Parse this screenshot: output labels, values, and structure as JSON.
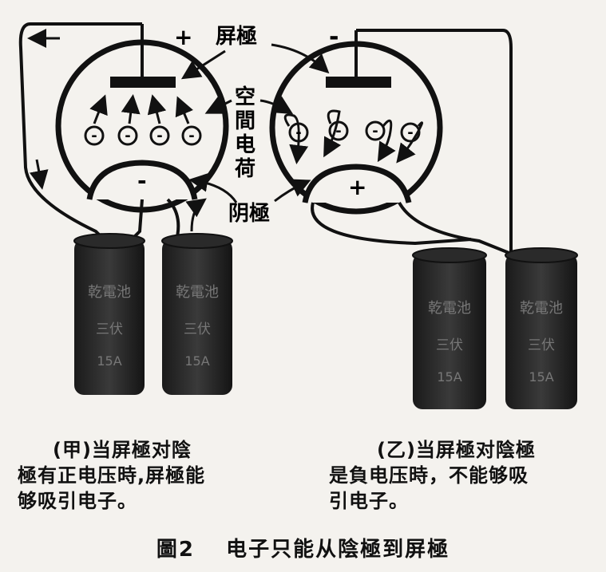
{
  "labels": {
    "plate": "屏極",
    "space_charge_1": "空",
    "space_charge_2": "間",
    "space_charge_3": "电",
    "space_charge_4": "荷",
    "cathode": "阴極",
    "plate_sign_left": "+",
    "cathode_sign_left": "-",
    "plate_sign_right": "-",
    "cathode_sign_right": "+",
    "electron_sign": "-",
    "current_arrow": "←"
  },
  "battery": {
    "label_1": "乾電池",
    "label_2": "三伏",
    "label_3": "15A"
  },
  "captions": {
    "left_1": "(甲)当屏極对陰",
    "left_2": "極有正电压時,屏極能",
    "left_3": "够吸引电子。",
    "right_1": "(乙)当屏極对陰極",
    "right_2": "是負电压時，不能够吸",
    "right_3": "引电子。"
  },
  "figure": {
    "number": "圖2",
    "title": "电子只能从陰極到屏極"
  }
}
